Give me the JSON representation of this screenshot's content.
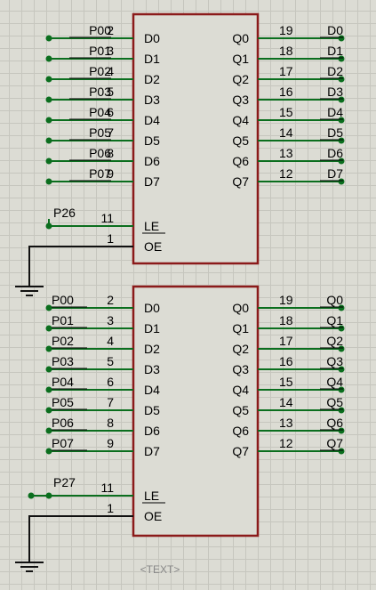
{
  "chips": [
    {
      "inputs": [
        "D0",
        "D1",
        "D2",
        "D3",
        "D4",
        "D5",
        "D6",
        "D7"
      ],
      "outputs": [
        "Q0",
        "Q1",
        "Q2",
        "Q3",
        "Q4",
        "Q5",
        "Q6",
        "Q7"
      ],
      "input_pins": [
        "2",
        "3",
        "4",
        "5",
        "6",
        "7",
        "8",
        "9"
      ],
      "output_pins": [
        "19",
        "18",
        "17",
        "16",
        "15",
        "14",
        "13",
        "12"
      ],
      "input_nets": [
        "P00",
        "P01",
        "P02",
        "P03",
        "P04",
        "P05",
        "P06",
        "P07"
      ],
      "output_nets": [
        "D0",
        "D1",
        "D2",
        "D3",
        "D4",
        "D5",
        "D6",
        "D7"
      ],
      "le_label": "LE",
      "le_pin": "11",
      "le_net": "P26",
      "oe_label": "OE",
      "oe_pin": "1"
    },
    {
      "inputs": [
        "D0",
        "D1",
        "D2",
        "D3",
        "D4",
        "D5",
        "D6",
        "D7"
      ],
      "outputs": [
        "Q0",
        "Q1",
        "Q2",
        "Q3",
        "Q4",
        "Q5",
        "Q6",
        "Q7"
      ],
      "input_pins": [
        "2",
        "3",
        "4",
        "5",
        "6",
        "7",
        "8",
        "9"
      ],
      "output_pins": [
        "19",
        "18",
        "17",
        "16",
        "15",
        "14",
        "13",
        "12"
      ],
      "input_nets": [
        "P00",
        "P01",
        "P02",
        "P03",
        "P04",
        "P05",
        "P06",
        "P07"
      ],
      "output_nets": [
        "Q0",
        "Q1",
        "Q2",
        "Q3",
        "Q4",
        "Q5",
        "Q6",
        "Q7"
      ],
      "le_label": "LE",
      "le_pin": "11",
      "le_net": "P27",
      "oe_label": "OE",
      "oe_pin": "1"
    }
  ],
  "text_tag": "<TEXT>",
  "colors": {
    "wire": "#0b6e1e",
    "chip_border": "#8b1a1a",
    "background": "#dcdcd4"
  }
}
